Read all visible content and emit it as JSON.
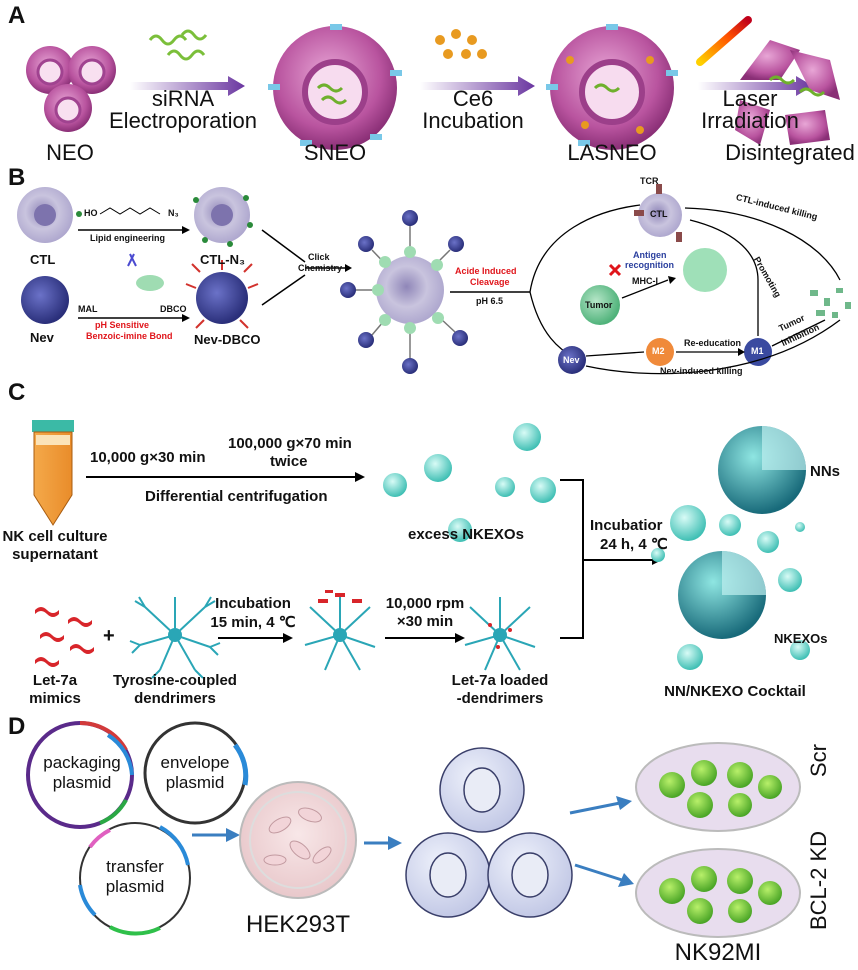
{
  "panelA": {
    "label": "A",
    "step1": [
      "siRNA",
      "Electroporation"
    ],
    "step2": [
      "Ce6",
      "Incubation"
    ],
    "step3": [
      "Laser",
      "Irradiation"
    ],
    "names": [
      "NEO",
      "SNEO",
      "LASNEO",
      "Disintegrated"
    ]
  },
  "panelB": {
    "label": "B",
    "reagent1": "HO",
    "reagent1_tail": "N₃",
    "lipid_engineering": "Lipid engineering",
    "ctl": "CTL",
    "ctl_n3": "CTL-N₃",
    "mal": "MAL",
    "dbco": "DBCO",
    "ph_sensitive": "pH Sensitive",
    "benzoic": "Benzoic-imine Bond",
    "nev": "Nev",
    "nev_dbco": "Nev-DBCO",
    "click": "Click",
    "chemistry": "Chemistry",
    "acide1": "Acide Induced",
    "acide2": "Cleavage",
    "ph": "pH 6.5",
    "tcr": "TCR",
    "ctl_cell": "CTL",
    "antigen1": "Antigen",
    "antigen2": "recognition",
    "mhc": "MHC-I",
    "tumor": "Tumor",
    "ctl_killing": "CTL-induced killing",
    "promoting": "Promoting",
    "tumor_inh1": "Tumor",
    "tumor_inh2": "inhibition",
    "m2": "M2",
    "m1": "M1",
    "reeducation": "Re-education",
    "nev_cell": "Nev",
    "nev_killing": "Nev-induced killing"
  },
  "panelC": {
    "label": "C",
    "spin1": "10,000 g×30 min",
    "spin2a": "100,000 g×70 min",
    "spin2b": "twice",
    "diff": "Differential centrifugation",
    "nk1": "NK cell culture",
    "nk2": "supernatant",
    "excess": "excess NKEXOs",
    "incub_right1": "Incubatior",
    "incub_right2": "24 h, 4 ℃",
    "nns": "NNs",
    "nkexos": "NKEXOs",
    "let1": "Let-7a",
    "let2": "mimics",
    "plus": "+",
    "tyr1": "Tyrosine-coupled",
    "tyr2": "dendrimers",
    "incub1": "Incubation",
    "incub2": "15 min, 4 ℃",
    "rpm1": "10,000 rpm",
    "rpm2": "×30 min",
    "loaded1": "Let-7a  loaded",
    "loaded2": "-dendrimers",
    "cocktail": "NN/NKEXO Cocktail"
  },
  "panelD": {
    "label": "D",
    "packaging1": "packaging",
    "packaging2": "plasmid",
    "envelope1": "envelope",
    "envelope2": "plasmid",
    "transfer1": "transfer",
    "transfer2": "plasmid",
    "hek": "HEK293T",
    "scr": "Scr",
    "bcl": "BCL-2 KD",
    "nk92": "NK92MI"
  }
}
